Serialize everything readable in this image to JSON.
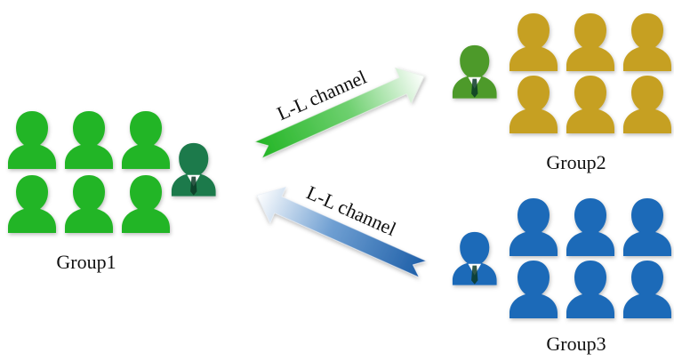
{
  "groups": [
    {
      "id": "group1",
      "label": "Group1",
      "color": "#23b525",
      "leader_color": "#1e7a4b",
      "leader_side": "right"
    },
    {
      "id": "group2",
      "label": "Group2",
      "color": "#c6a021",
      "leader_color": "#4e9a2a",
      "leader_side": "left"
    },
    {
      "id": "group3",
      "label": "Group3",
      "color": "#1e6bb8",
      "leader_color": "#1e6bb8",
      "leader_side": "left"
    }
  ],
  "channels": [
    {
      "id": "channel-1-to-2",
      "label": "L-L channel",
      "from": "group1",
      "to": "group2",
      "color": "#23b525"
    },
    {
      "id": "channel-3-to-1",
      "label": "L-L channel",
      "from": "group3",
      "to": "group1",
      "color": "#1e6bb8"
    }
  ]
}
